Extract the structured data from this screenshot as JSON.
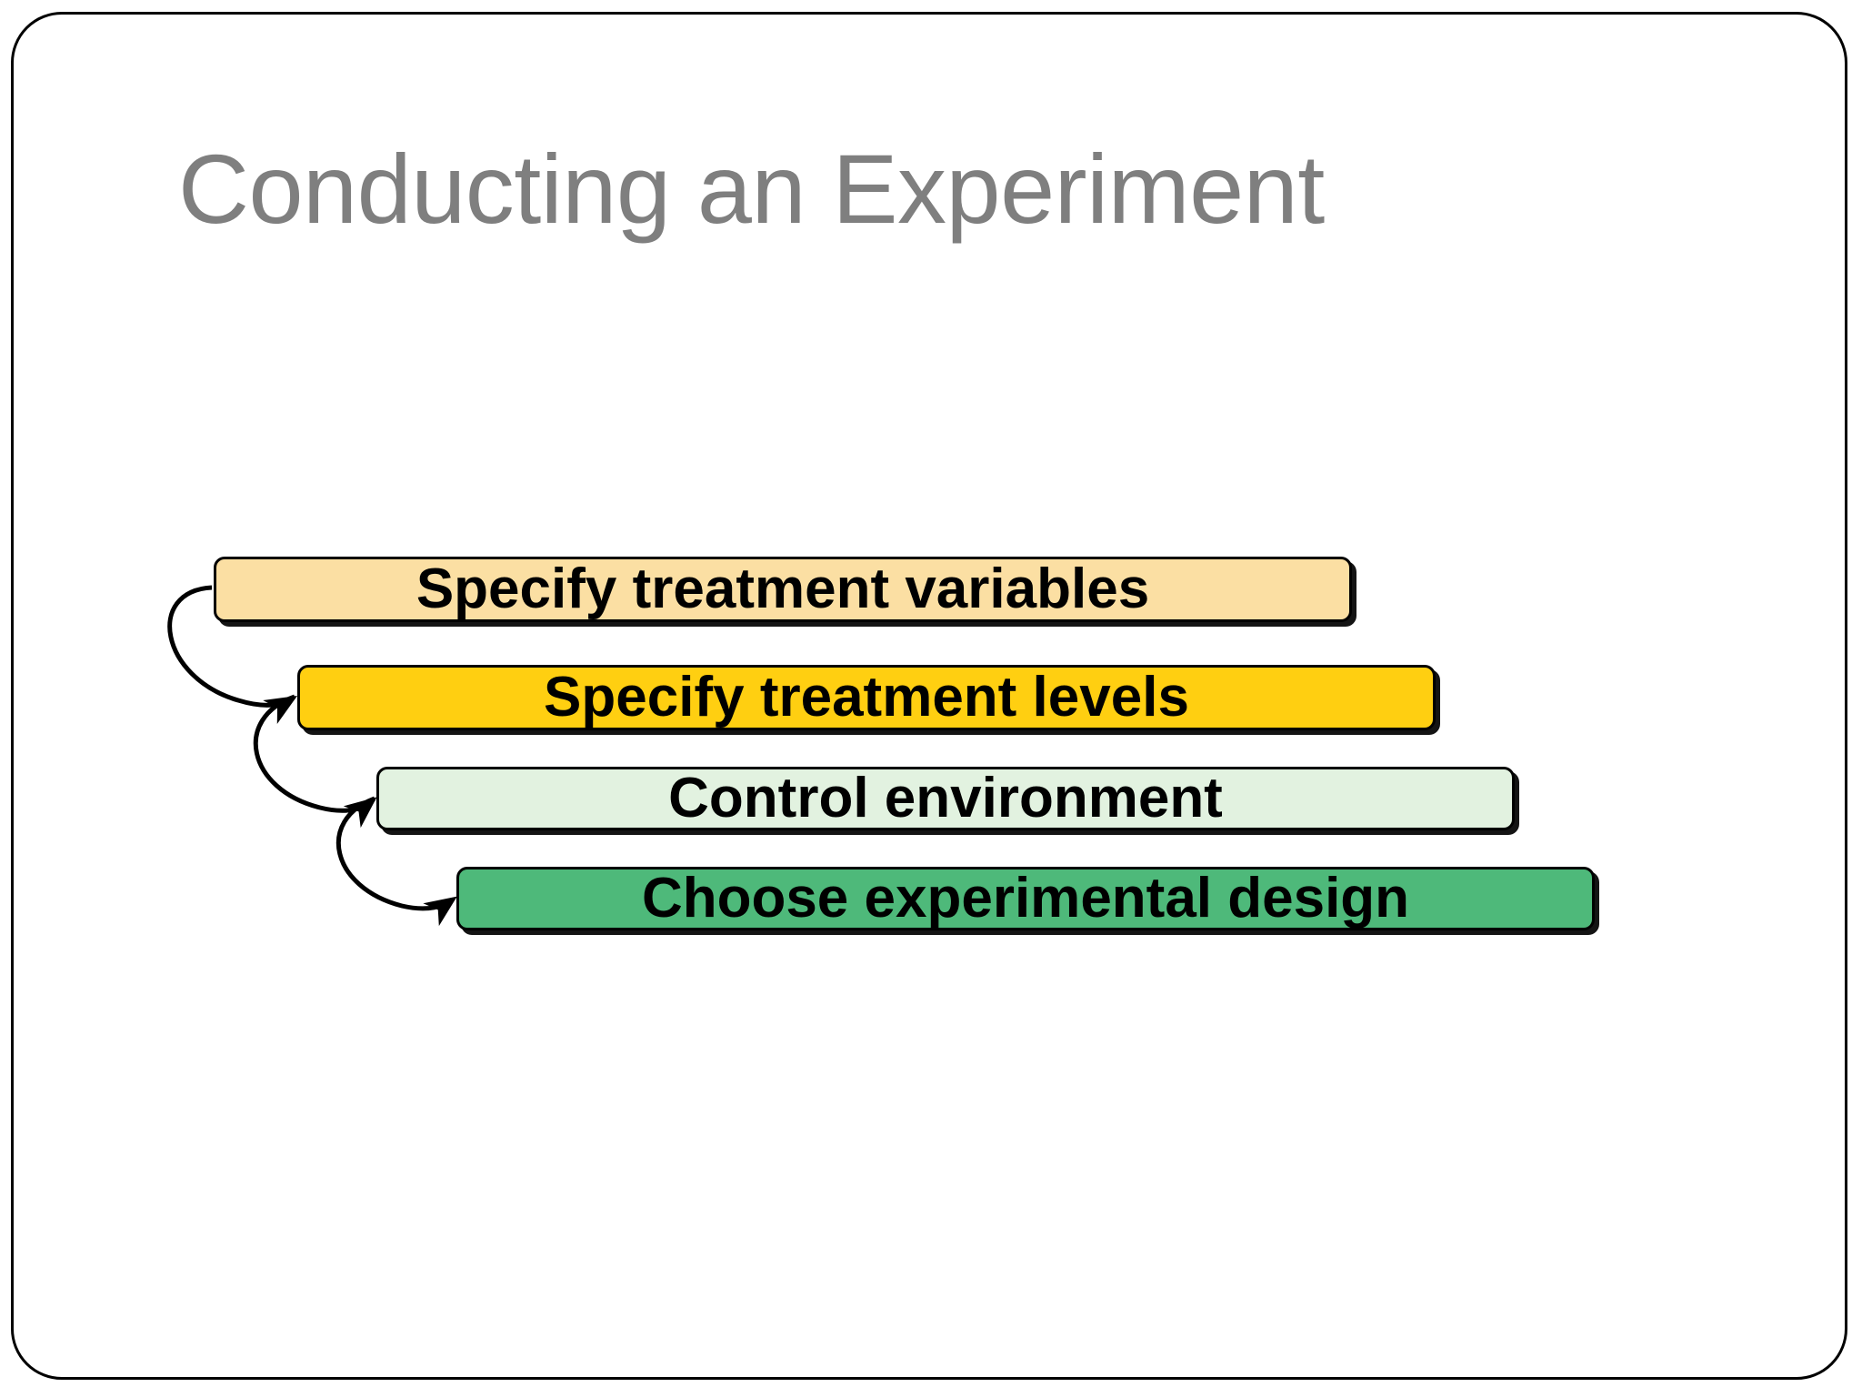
{
  "slide": {
    "title": "Conducting an Experiment",
    "background_color": "#ffffff",
    "border_color": "#000000",
    "title_color": "#7f7f7f"
  },
  "diagram": {
    "type": "process-flow",
    "orientation": "cascading-vertical",
    "steps": [
      {
        "order": 1,
        "label": "Specify treatment variables",
        "fill_color": "#fbdfa3",
        "text_color": "#000000",
        "border_color": "#000000"
      },
      {
        "order": 2,
        "label": "Specify treatment levels",
        "fill_color": "#ffcf11",
        "text_color": "#000000",
        "border_color": "#000000"
      },
      {
        "order": 3,
        "label": "Control environment",
        "fill_color": "#e2f2e0",
        "text_color": "#000000",
        "border_color": "#000000"
      },
      {
        "order": 4,
        "label": "Choose experimental design",
        "fill_color": "#4eb97a",
        "text_color": "#000000",
        "border_color": "#000000"
      }
    ],
    "connectors": [
      {
        "from": 1,
        "to": 2,
        "style": "curved-arrow",
        "color": "#000000"
      },
      {
        "from": 2,
        "to": 3,
        "style": "curved-arrow",
        "color": "#000000"
      },
      {
        "from": 3,
        "to": 4,
        "style": "curved-arrow",
        "color": "#000000"
      }
    ]
  }
}
